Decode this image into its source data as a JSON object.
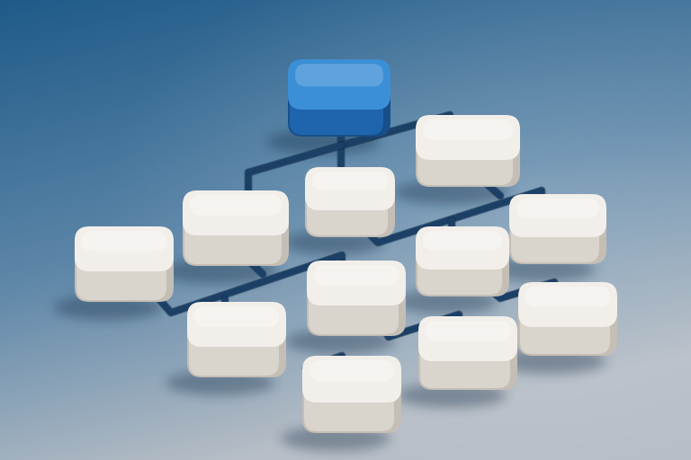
{
  "scene": {
    "subject": "isometric-hierarchy-network",
    "background": {
      "top": "#1f5a88",
      "bottom": "#b7bec6"
    },
    "colors": {
      "root_top": "#3b8fd6",
      "root_front": "#1e65ad",
      "root_side": "#174f8a",
      "node_top": "#f2efea",
      "node_front": "#d9d4cc",
      "node_side": "#c4beb5",
      "connector": "#1c3f66"
    },
    "nodes": [
      {
        "id": "root",
        "kind": "root"
      },
      {
        "id": "n1",
        "kind": "node"
      },
      {
        "id": "n2",
        "kind": "node"
      },
      {
        "id": "n3",
        "kind": "node"
      },
      {
        "id": "n4",
        "kind": "node"
      },
      {
        "id": "n5",
        "kind": "node"
      },
      {
        "id": "n6",
        "kind": "node"
      },
      {
        "id": "n7",
        "kind": "node"
      },
      {
        "id": "n8",
        "kind": "node"
      },
      {
        "id": "n9",
        "kind": "node"
      },
      {
        "id": "n10",
        "kind": "node"
      },
      {
        "id": "n11",
        "kind": "node"
      },
      {
        "id": "n12",
        "kind": "node"
      }
    ]
  }
}
